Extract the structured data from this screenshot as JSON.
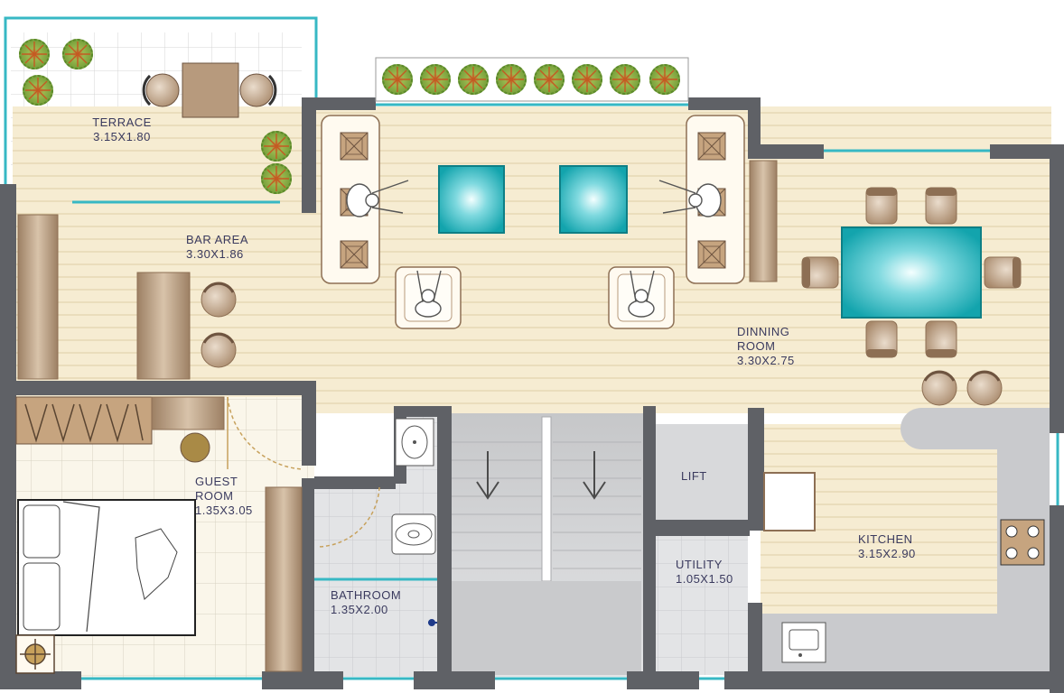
{
  "rooms": {
    "terrace": {
      "name": "TERRACE",
      "size": "3.15X1.80"
    },
    "bar_area": {
      "name": "BAR AREA",
      "size": "3.30X1.86"
    },
    "dinning_room": {
      "name": "DINNING",
      "name2": "ROOM",
      "size": "3.30X2.75"
    },
    "guest_room": {
      "name": "GUEST",
      "name2": "ROOM",
      "size": "1.35X3.05"
    },
    "bathroom": {
      "name": "BATHROOM",
      "size": "1.35X2.00"
    },
    "lift": {
      "name": "LIFT"
    },
    "utility": {
      "name": "UTILITY",
      "size": "1.05X1.50"
    },
    "kitchen": {
      "name": "KITCHEN",
      "size": "3.15X2.90"
    }
  },
  "colors": {
    "wall": "#5f6166",
    "floor_wood": "#f6ecd2",
    "floor_tile": "#f9f4e6",
    "wet_tile": "#e2e3e5",
    "furniture": "#b79a7d",
    "glass": "#37b8c4",
    "plant": "#8ab34a"
  }
}
